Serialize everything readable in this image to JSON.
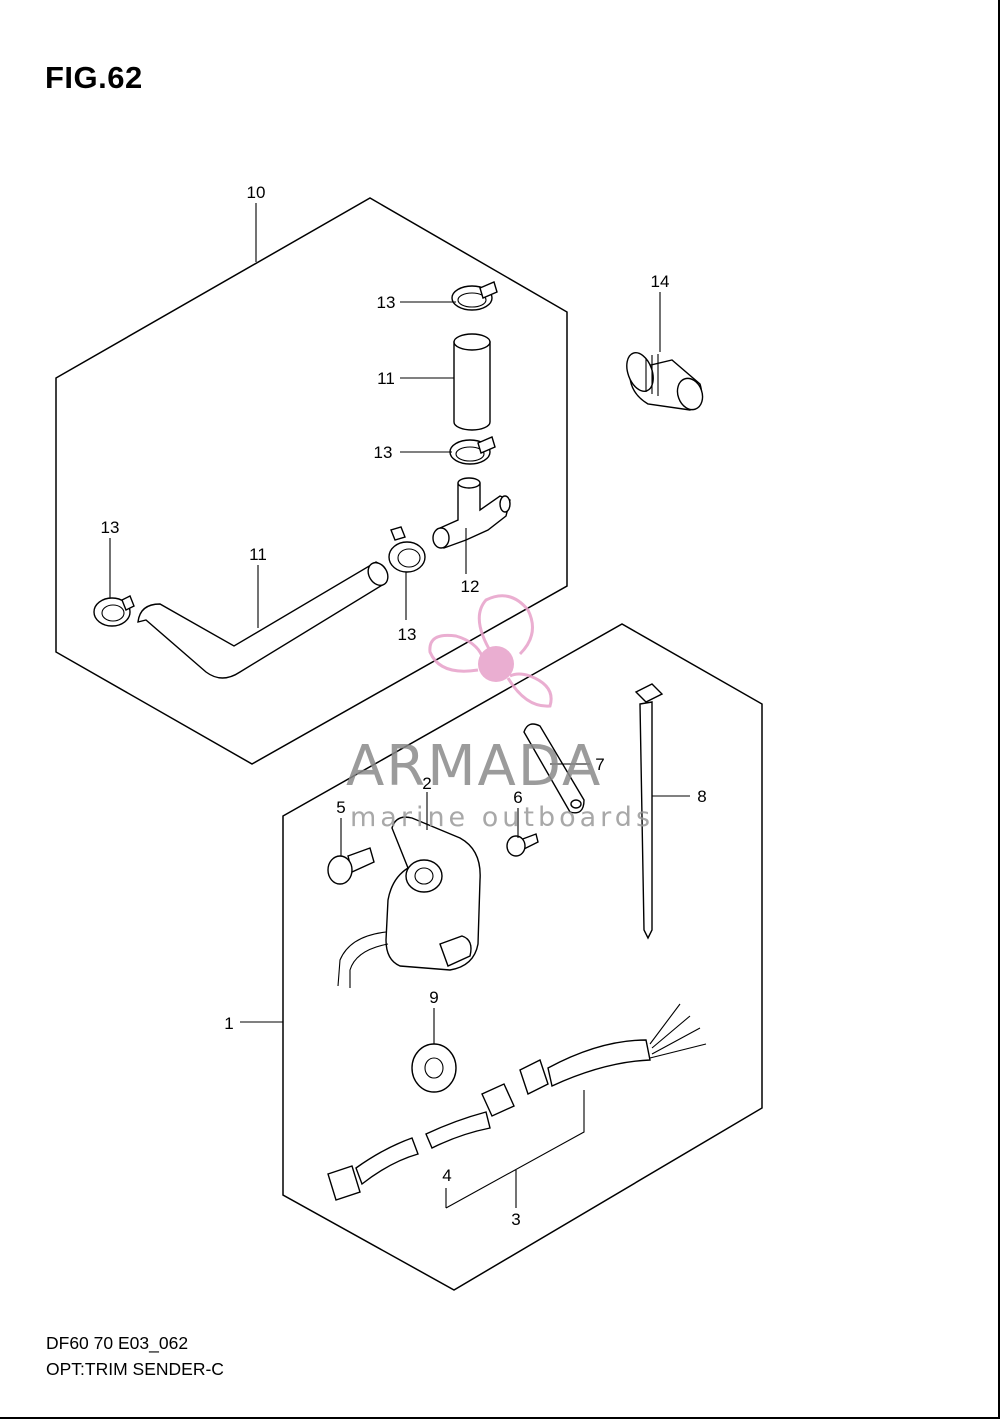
{
  "figure": {
    "title": "FIG.62",
    "code": "DF60 70 E03_062",
    "subtitle": "OPT:TRIM SENDER-C"
  },
  "callouts": [
    "1",
    "2",
    "3",
    "4",
    "5",
    "6",
    "7",
    "8",
    "9",
    "10",
    "11",
    "11",
    "12",
    "13",
    "13",
    "13",
    "13",
    "14"
  ],
  "watermark": {
    "brand": "ARMADA",
    "tagline": "marine outboards",
    "color": "#e7a1c9"
  }
}
